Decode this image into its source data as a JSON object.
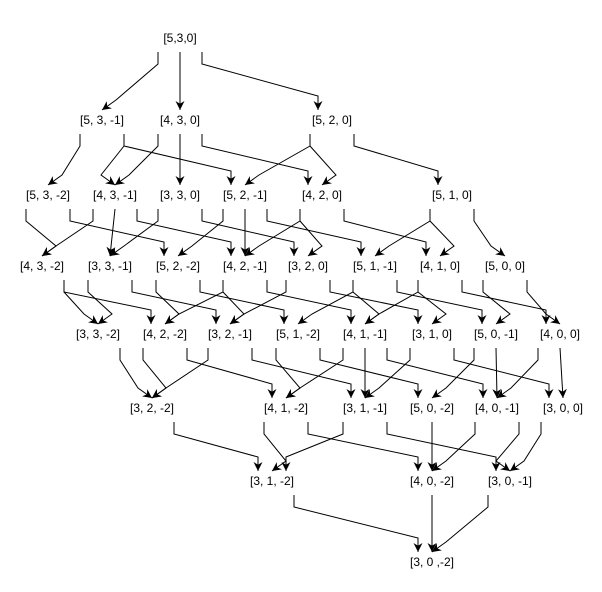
{
  "diagram": {
    "nodes": [
      {
        "id": "n530",
        "label": "[5,3,0]"
      },
      {
        "id": "n53m1",
        "label": "[5, 3, -1]"
      },
      {
        "id": "n430",
        "label": "[4, 3, 0]"
      },
      {
        "id": "n520",
        "label": "[5, 2, 0]"
      },
      {
        "id": "n53m2",
        "label": "[5, 3, -2]"
      },
      {
        "id": "n43m1",
        "label": "[4, 3, -1]"
      },
      {
        "id": "n330",
        "label": "[3, 3, 0]"
      },
      {
        "id": "n52m1",
        "label": "[5, 2, -1]"
      },
      {
        "id": "n420",
        "label": "[4, 2, 0]"
      },
      {
        "id": "n510",
        "label": "[5, 1, 0]"
      },
      {
        "id": "n43m2",
        "label": "[4, 3, -2]"
      },
      {
        "id": "n33m1",
        "label": "[3, 3, -1]"
      },
      {
        "id": "n52m2",
        "label": "[5, 2, -2]"
      },
      {
        "id": "n42m1",
        "label": "[4, 2, -1]"
      },
      {
        "id": "n320",
        "label": "[3, 2, 0]"
      },
      {
        "id": "n51m1",
        "label": "[5, 1, -1]"
      },
      {
        "id": "n410",
        "label": "[4, 1, 0]"
      },
      {
        "id": "n500",
        "label": "[5, 0, 0]"
      },
      {
        "id": "n33m2",
        "label": "[3, 3, -2]"
      },
      {
        "id": "n42m2",
        "label": "[4, 2, -2]"
      },
      {
        "id": "n32m1",
        "label": "[3, 2, -1]"
      },
      {
        "id": "n51m2",
        "label": "[5, 1, -2]"
      },
      {
        "id": "n41m1",
        "label": "[4, 1, -1]"
      },
      {
        "id": "n310",
        "label": "[3, 1, 0]"
      },
      {
        "id": "n50m1",
        "label": "[5, 0, -1]"
      },
      {
        "id": "n400",
        "label": "[4, 0, 0]"
      },
      {
        "id": "n32m2",
        "label": "[3, 2, -2]"
      },
      {
        "id": "n41m2",
        "label": "[4, 1, -2]"
      },
      {
        "id": "n31m1",
        "label": "[3, 1, -1]"
      },
      {
        "id": "n50m2",
        "label": "[5, 0, -2]"
      },
      {
        "id": "n40m1",
        "label": "[4, 0, -1]"
      },
      {
        "id": "n300",
        "label": "[3, 0, 0]"
      },
      {
        "id": "n31m2",
        "label": "[3, 1, -2]"
      },
      {
        "id": "n40m2",
        "label": "[4, 0, -2]"
      },
      {
        "id": "n30m1",
        "label": "[3, 0, -1]"
      },
      {
        "id": "n30m2",
        "label": "[3, 0 ,-2]"
      }
    ],
    "edges": [
      [
        "n530",
        "n53m1"
      ],
      [
        "n530",
        "n430"
      ],
      [
        "n530",
        "n520"
      ],
      [
        "n53m1",
        "n53m2"
      ],
      [
        "n53m1",
        "n43m1"
      ],
      [
        "n53m1",
        "n52m1"
      ],
      [
        "n430",
        "n43m1"
      ],
      [
        "n430",
        "n330"
      ],
      [
        "n430",
        "n420"
      ],
      [
        "n520",
        "n52m1"
      ],
      [
        "n520",
        "n420"
      ],
      [
        "n520",
        "n510"
      ],
      [
        "n53m2",
        "n43m2"
      ],
      [
        "n53m2",
        "n52m2"
      ],
      [
        "n43m1",
        "n43m2"
      ],
      [
        "n43m1",
        "n33m1"
      ],
      [
        "n43m1",
        "n42m1"
      ],
      [
        "n330",
        "n33m1"
      ],
      [
        "n330",
        "n320"
      ],
      [
        "n52m1",
        "n52m2"
      ],
      [
        "n52m1",
        "n42m1"
      ],
      [
        "n52m1",
        "n51m1"
      ],
      [
        "n420",
        "n42m1"
      ],
      [
        "n420",
        "n320"
      ],
      [
        "n420",
        "n410"
      ],
      [
        "n510",
        "n51m1"
      ],
      [
        "n510",
        "n410"
      ],
      [
        "n510",
        "n500"
      ],
      [
        "n43m2",
        "n33m2"
      ],
      [
        "n43m2",
        "n42m2"
      ],
      [
        "n33m1",
        "n33m2"
      ],
      [
        "n33m1",
        "n32m1"
      ],
      [
        "n52m2",
        "n42m2"
      ],
      [
        "n52m2",
        "n51m2"
      ],
      [
        "n42m1",
        "n42m2"
      ],
      [
        "n42m1",
        "n32m1"
      ],
      [
        "n42m1",
        "n41m1"
      ],
      [
        "n320",
        "n32m1"
      ],
      [
        "n320",
        "n310"
      ],
      [
        "n51m1",
        "n51m2"
      ],
      [
        "n51m1",
        "n41m1"
      ],
      [
        "n51m1",
        "n50m1"
      ],
      [
        "n410",
        "n41m1"
      ],
      [
        "n410",
        "n310"
      ],
      [
        "n410",
        "n400"
      ],
      [
        "n500",
        "n50m1"
      ],
      [
        "n500",
        "n400"
      ],
      [
        "n33m2",
        "n32m2"
      ],
      [
        "n42m2",
        "n32m2"
      ],
      [
        "n42m2",
        "n41m2"
      ],
      [
        "n32m1",
        "n32m2"
      ],
      [
        "n32m1",
        "n31m1"
      ],
      [
        "n51m2",
        "n41m2"
      ],
      [
        "n51m2",
        "n50m2"
      ],
      [
        "n41m1",
        "n41m2"
      ],
      [
        "n41m1",
        "n31m1"
      ],
      [
        "n41m1",
        "n40m1"
      ],
      [
        "n310",
        "n31m1"
      ],
      [
        "n310",
        "n300"
      ],
      [
        "n50m1",
        "n50m2"
      ],
      [
        "n50m1",
        "n40m1"
      ],
      [
        "n400",
        "n40m1"
      ],
      [
        "n400",
        "n300"
      ],
      [
        "n32m2",
        "n31m2"
      ],
      [
        "n41m2",
        "n31m2"
      ],
      [
        "n41m2",
        "n40m2"
      ],
      [
        "n31m1",
        "n31m2"
      ],
      [
        "n31m1",
        "n30m1"
      ],
      [
        "n50m2",
        "n40m2"
      ],
      [
        "n40m1",
        "n40m2"
      ],
      [
        "n40m1",
        "n30m1"
      ],
      [
        "n300",
        "n30m1"
      ],
      [
        "n31m2",
        "n30m2"
      ],
      [
        "n40m2",
        "n30m2"
      ],
      [
        "n30m1",
        "n30m2"
      ]
    ]
  }
}
